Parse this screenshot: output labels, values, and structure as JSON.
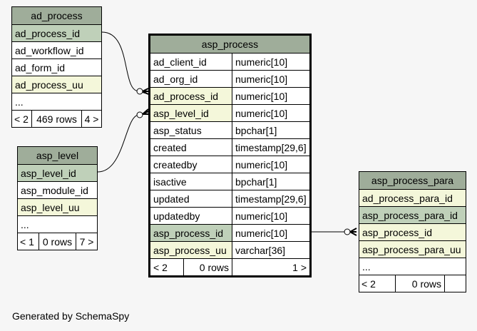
{
  "ad_process": {
    "title": "ad_process",
    "columns": [
      "ad_process_id",
      "ad_workflow_id",
      "ad_form_id",
      "ad_process_uu",
      "..."
    ],
    "footer": [
      "< 2",
      "469 rows",
      "4 >"
    ]
  },
  "asp_level": {
    "title": "asp_level",
    "columns": [
      "asp_level_id",
      "asp_module_id",
      "asp_level_uu",
      "..."
    ],
    "footer": [
      "< 1",
      "0 rows",
      "7 >"
    ]
  },
  "asp_process": {
    "title": "asp_process",
    "columns": [
      {
        "name": "ad_client_id",
        "type": "numeric[10]"
      },
      {
        "name": "ad_org_id",
        "type": "numeric[10]"
      },
      {
        "name": "ad_process_id",
        "type": "numeric[10]"
      },
      {
        "name": "asp_level_id",
        "type": "numeric[10]"
      },
      {
        "name": "asp_status",
        "type": "bpchar[1]"
      },
      {
        "name": "created",
        "type": "timestamp[29,6]"
      },
      {
        "name": "createdby",
        "type": "numeric[10]"
      },
      {
        "name": "isactive",
        "type": "bpchar[1]"
      },
      {
        "name": "updated",
        "type": "timestamp[29,6]"
      },
      {
        "name": "updatedby",
        "type": "numeric[10]"
      },
      {
        "name": "asp_process_id",
        "type": "numeric[10]"
      },
      {
        "name": "asp_process_uu",
        "type": "varchar[36]"
      }
    ],
    "footer": [
      "< 2",
      "0 rows",
      "1 >"
    ]
  },
  "asp_process_para": {
    "title": "asp_process_para",
    "columns": [
      "ad_process_para_id",
      "asp_process_para_id",
      "asp_process_id",
      "asp_process_para_uu",
      "..."
    ],
    "footer": [
      "< 2",
      "0 rows",
      ""
    ]
  },
  "generated_by": "Generated by SchemaSpy"
}
